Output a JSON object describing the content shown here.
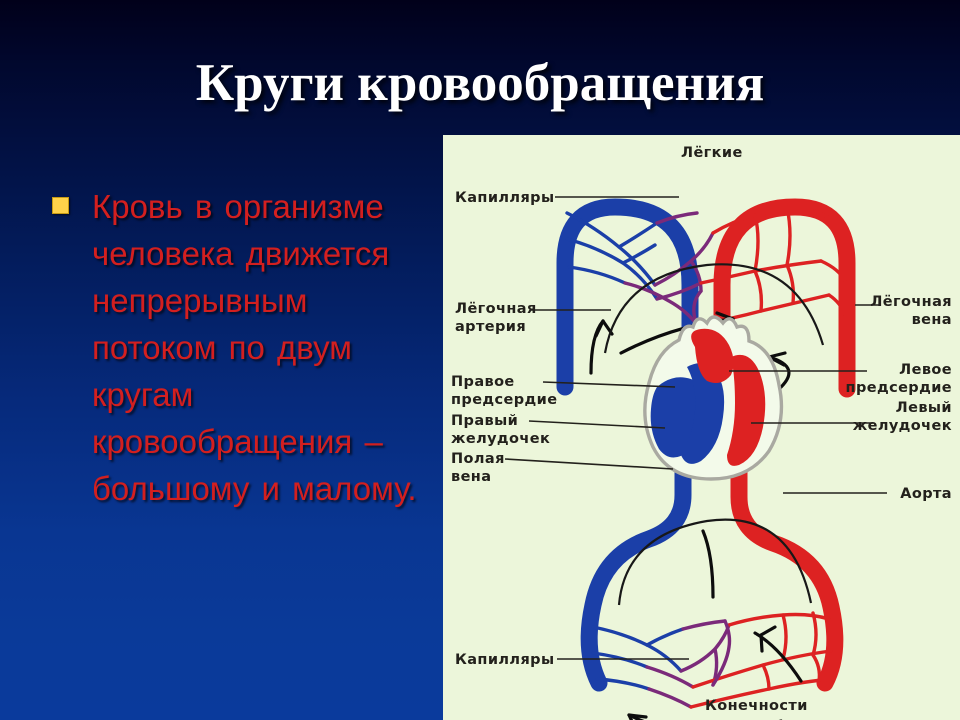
{
  "slide": {
    "title": "Круги кровообращения",
    "background_top_color": "#01001a",
    "background_bottom_color": "#0a3a99"
  },
  "body": {
    "bullets": [
      {
        "marker": "square-bullet",
        "marker_color": "#ffd24a",
        "text": "Кровь в организме человека движется непрерывным потоком по двум кругам кровообращения – большому и малому.",
        "text_color": "#d31f1f"
      }
    ]
  },
  "diagram": {
    "background_color": "#ecf6da",
    "vein_color": "#1b3fa8",
    "artery_color": "#dd2222",
    "labels": {
      "lungs": "Лёгкие",
      "capillaries_top": "Капилляры",
      "pulmonary_artery_line1": "Лёгочная",
      "pulmonary_artery_line2": "артерия",
      "pulmonary_vein_line1": "Лёгочная",
      "pulmonary_vein_line2": "вена",
      "right_atrium_line1": "Правое",
      "right_atrium_line2": "предсердие",
      "right_ventricle_line1": "Правый",
      "right_ventricle_line2": "желудочек",
      "vena_cava_line1": "Полая",
      "vena_cava_line2": "вена",
      "left_atrium_line1": "Левое",
      "left_atrium_line2": "предсердие",
      "left_ventricle_line1": "Левый",
      "left_ventricle_line2": "желудочек",
      "aorta": "Аорта",
      "capillaries_bottom": "Капилляры",
      "extremities": "Конечности"
    }
  }
}
